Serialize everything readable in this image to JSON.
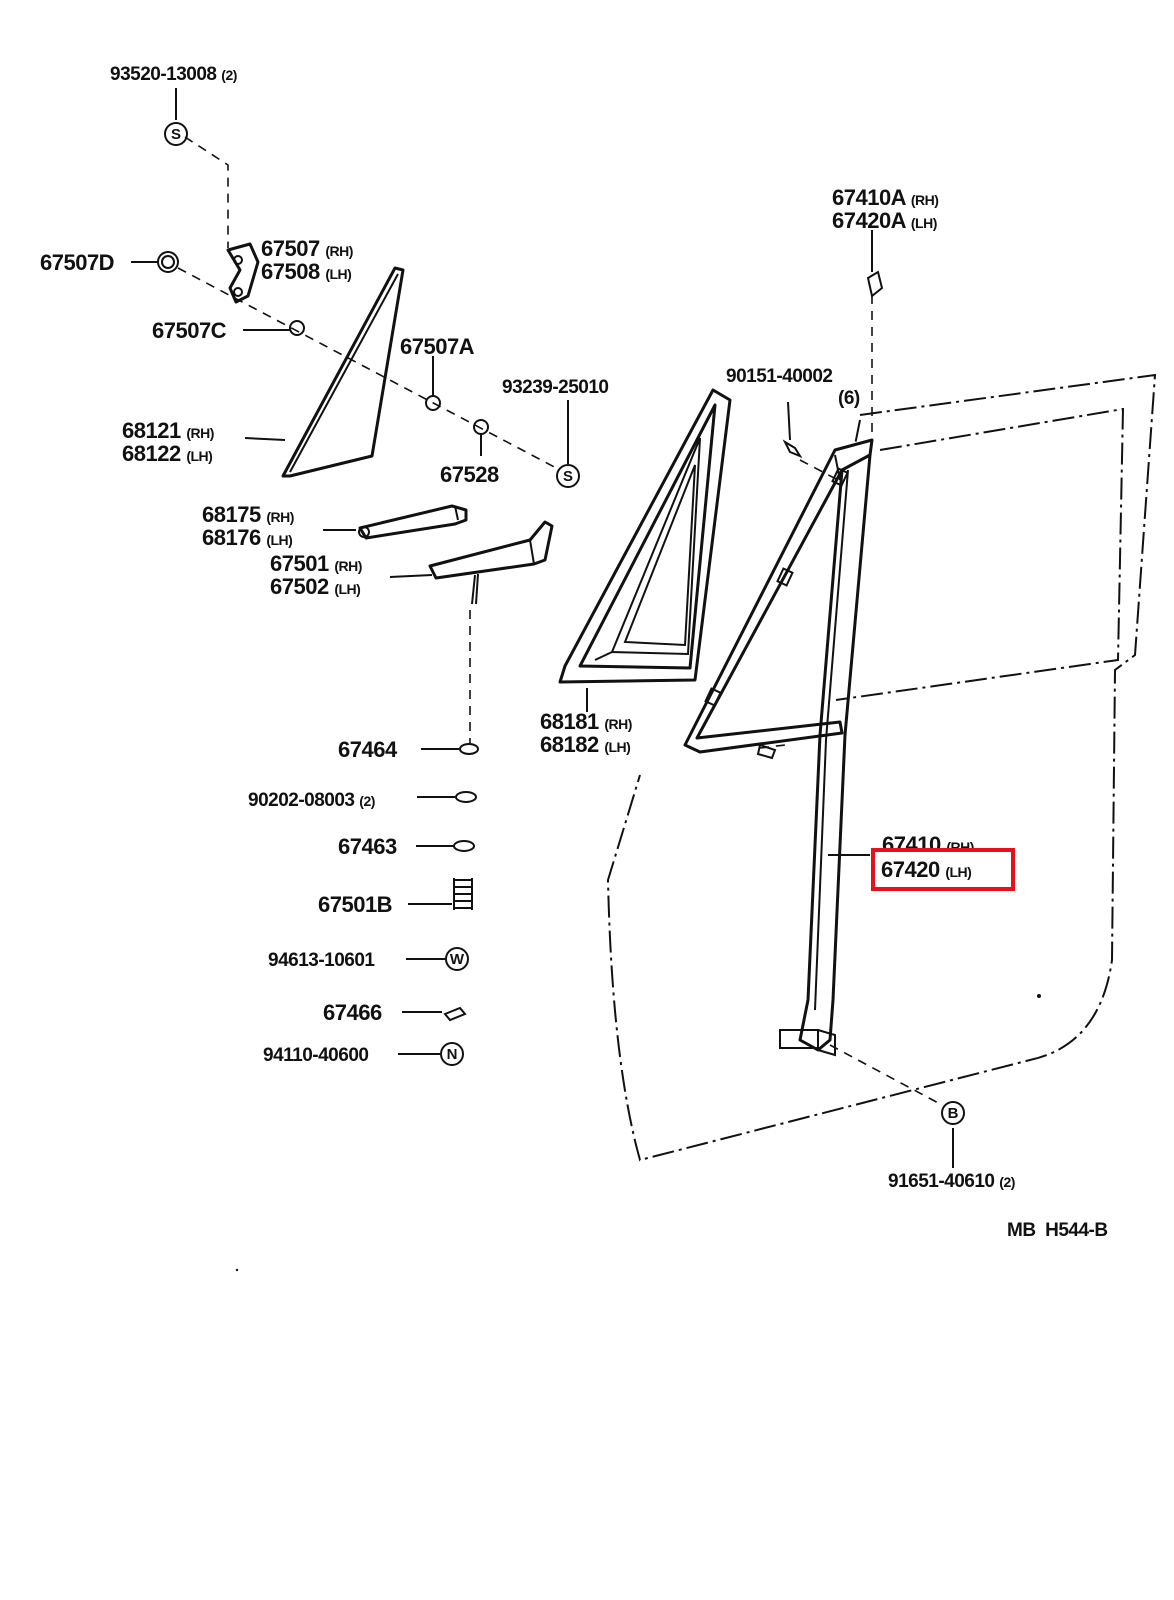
{
  "diagram": {
    "code": "MB  H544-B",
    "highlight_color": "#e8101a",
    "labels": {
      "p93520": {
        "no": "93520-13008",
        "qty": "(2)"
      },
      "p67507d": {
        "no": "67507D"
      },
      "p67507": {
        "no": "67507",
        "side": "(RH)"
      },
      "p67508": {
        "no": "67508",
        "side": "(LH)"
      },
      "p67507c": {
        "no": "67507C"
      },
      "p67507a": {
        "no": "67507A"
      },
      "p93239": {
        "no": "93239-25010"
      },
      "p68121": {
        "no": "68121",
        "side": "(RH)"
      },
      "p68122": {
        "no": "68122",
        "side": "(LH)"
      },
      "p67528": {
        "no": "67528"
      },
      "p68175": {
        "no": "68175",
        "side": "(RH)"
      },
      "p68176": {
        "no": "68176",
        "side": "(LH)"
      },
      "p67501": {
        "no": "67501",
        "side": "(RH)"
      },
      "p67502": {
        "no": "67502",
        "side": "(LH)"
      },
      "p68181": {
        "no": "68181",
        "side": "(RH)"
      },
      "p68182": {
        "no": "68182",
        "side": "(LH)"
      },
      "p67464": {
        "no": "67464"
      },
      "p90202": {
        "no": "90202-08003",
        "qty": "(2)"
      },
      "p67463": {
        "no": "67463"
      },
      "p67501b": {
        "no": "67501B"
      },
      "p94613": {
        "no": "94613-10601"
      },
      "p67466": {
        "no": "67466"
      },
      "p94110": {
        "no": "94110-40600"
      },
      "p67410a": {
        "no": "67410A",
        "side": "(RH)"
      },
      "p67420a": {
        "no": "67420A",
        "side": "(LH)"
      },
      "p90151": {
        "no": "90151-40002",
        "qty": "(6)"
      },
      "p67410": {
        "no": "67410",
        "side": "(RH)"
      },
      "p67420": {
        "no": "67420",
        "side": "(LH)"
      },
      "p91651": {
        "no": "91651-40610",
        "qty": "(2)"
      }
    },
    "symbols": {
      "s1": "S",
      "s2": "S",
      "w": "W",
      "n": "N",
      "b": "B"
    }
  }
}
